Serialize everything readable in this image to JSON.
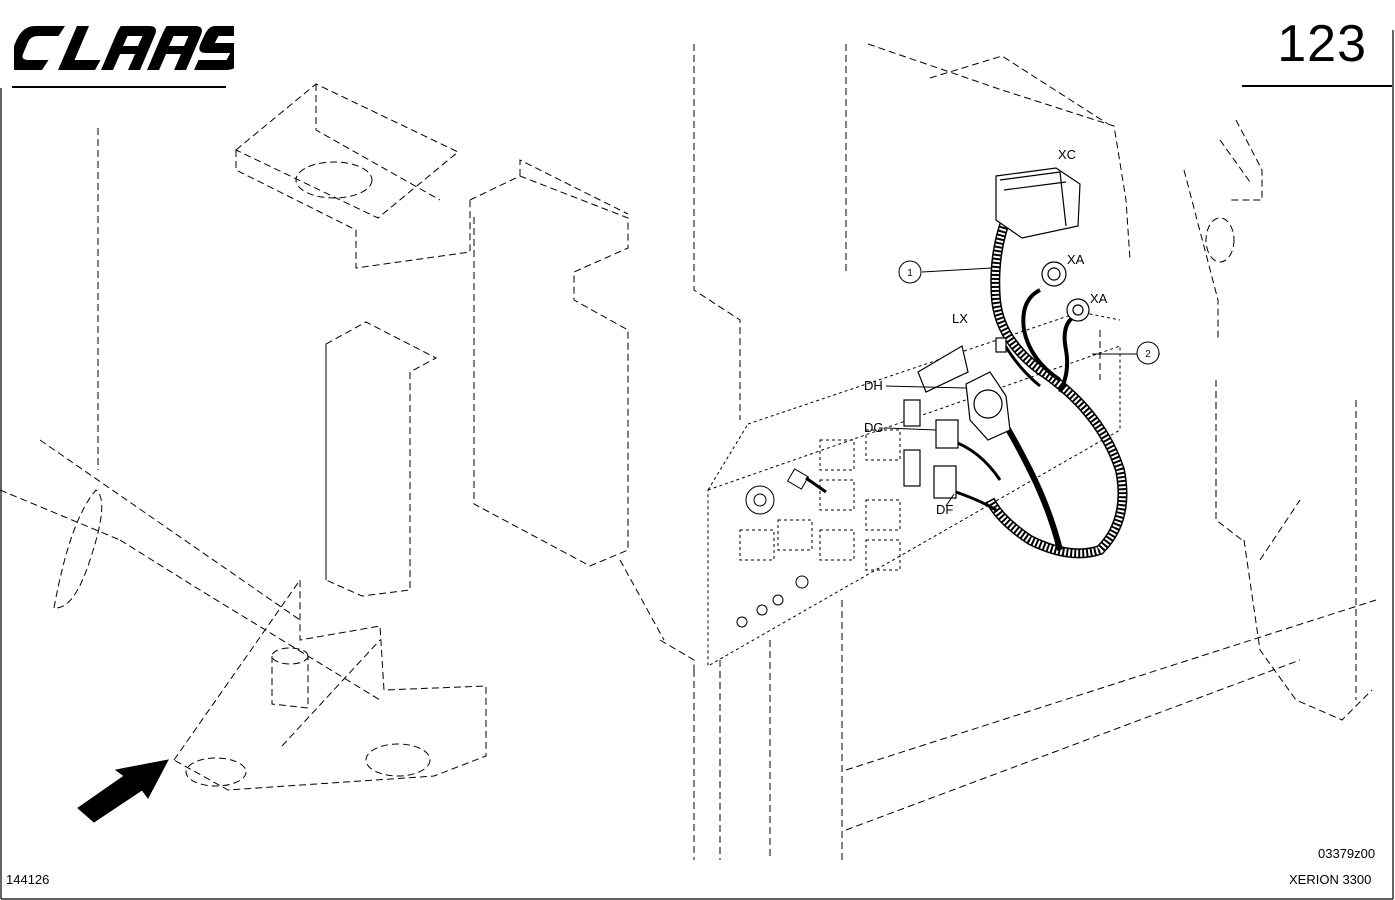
{
  "header": {
    "brand_logo": "CLAAS",
    "page_number": "123"
  },
  "footer": {
    "doc_number": "144126",
    "ref_code": "03379z00",
    "model_name": "XERION 3300"
  },
  "diagram": {
    "connector_labels": [
      "XC",
      "XA",
      "XA",
      "LX",
      "DH",
      "DG",
      "DF"
    ],
    "callouts": [
      "1",
      "2"
    ]
  },
  "icons": {
    "direction_arrow": "view-direction-arrow-icon",
    "brand": "claas-logo"
  }
}
